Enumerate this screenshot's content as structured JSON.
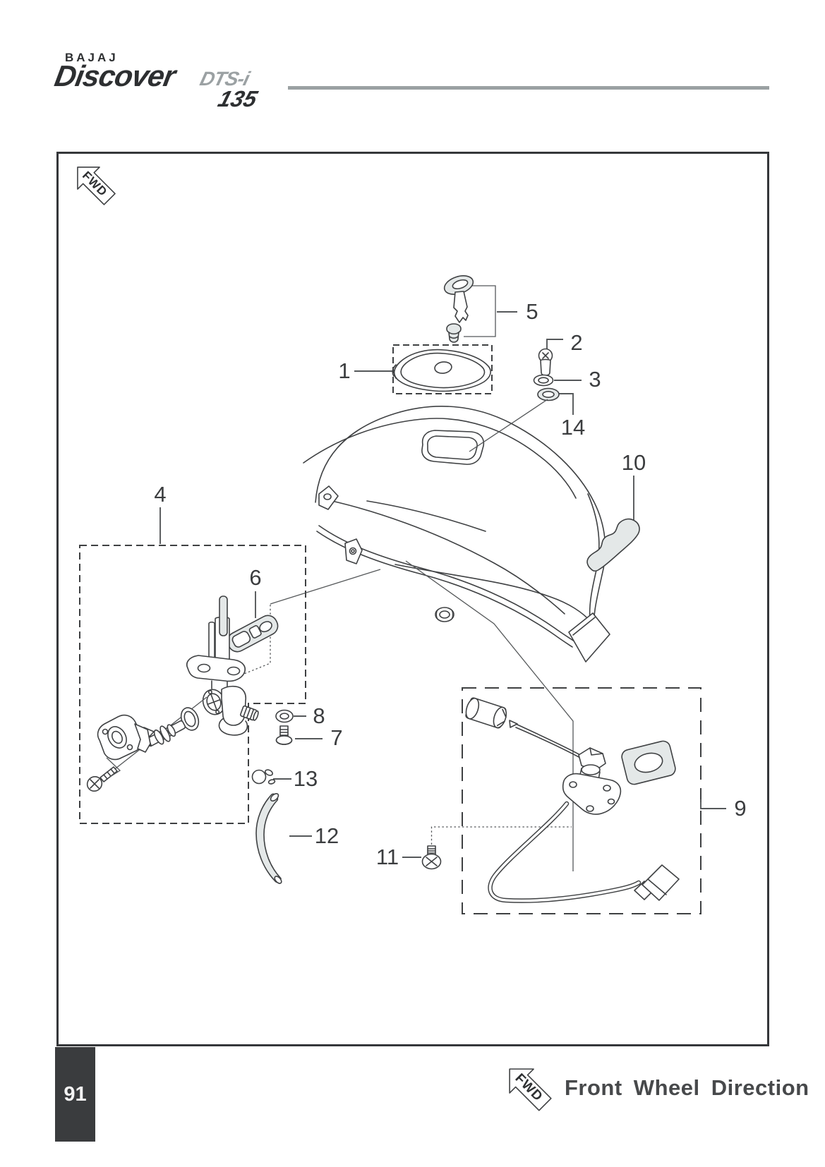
{
  "brand": {
    "company": "BAJAJ",
    "model": "Discover",
    "trim": "DTS-i",
    "cc": "135"
  },
  "diagram": {
    "fwd_arrow_label": "FWD",
    "part_labels": [
      {
        "number": "1"
      },
      {
        "number": "2"
      },
      {
        "number": "3"
      },
      {
        "number": "4"
      },
      {
        "number": "5"
      },
      {
        "number": "6"
      },
      {
        "number": "7"
      },
      {
        "number": "8"
      },
      {
        "number": "9"
      },
      {
        "number": "10"
      },
      {
        "number": "11"
      },
      {
        "number": "12"
      },
      {
        "number": "13"
      },
      {
        "number": "14"
      }
    ]
  },
  "footer": {
    "page_number": "91",
    "fwd_arrow_label": "FWD",
    "caption": "Front Wheel Direction"
  },
  "colors": {
    "line": "#3f4143",
    "part_fill_gray": "#e4e8e8",
    "footer_box": "#3a3c3e",
    "logo_gray": "#9ba1a3"
  }
}
